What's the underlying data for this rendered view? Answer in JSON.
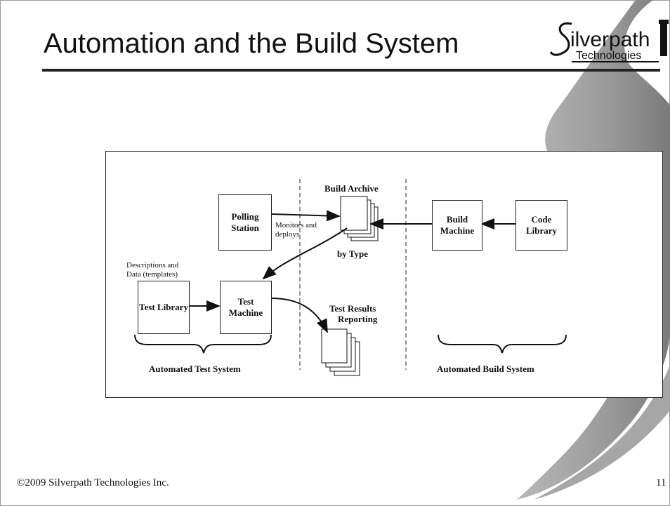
{
  "slide": {
    "title": "Automation and the Build System",
    "footer": "©2009 Silverpath Technologies Inc.",
    "page_number": "11"
  },
  "logo": {
    "brand": "Silverpath",
    "sub": "Technologies"
  },
  "diagram": {
    "boxes": {
      "polling_station": "Polling Station",
      "build_machine": "Build Machine",
      "code_library": "Code Library",
      "test_library": "Test Library",
      "test_machine": "Test Machine"
    },
    "labels": {
      "build_archive": "Build Archive",
      "by_type": "by Type",
      "monitors_line1": "Monitors and",
      "monitors_line2": "deploys",
      "descriptions_line1": "Descriptions and",
      "descriptions_line2": "Data (templates)",
      "test_results_line1": "Test Results",
      "test_results_line2": "Reporting",
      "automated_test_system": "Automated Test System",
      "automated_build_system": "Automated Build System"
    }
  },
  "colors": {
    "swoosh": "#8c8c8c",
    "title_rule": "#222222"
  }
}
